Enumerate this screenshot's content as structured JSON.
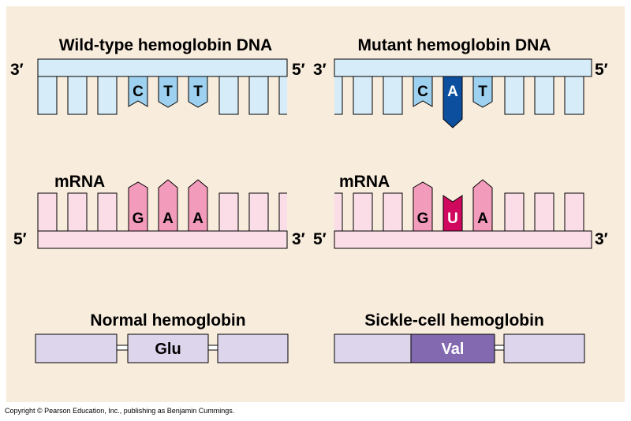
{
  "panels": {
    "wild_dna_title": "Wild-type hemoglobin DNA",
    "mutant_dna_title": "Mutant hemoglobin DNA",
    "mrna_label": "mRNA",
    "normal_protein_title": "Normal hemoglobin",
    "sickle_protein_title": "Sickle-cell hemoglobin"
  },
  "ends": {
    "three": "3′",
    "five": "5′"
  },
  "bases": {
    "wild_dna": [
      "C",
      "T",
      "T"
    ],
    "mutant_dna": [
      "C",
      "A",
      "T"
    ],
    "wild_mrna": [
      "G",
      "A",
      "A"
    ],
    "mutant_mrna": [
      "G",
      "U",
      "A"
    ]
  },
  "amino_acids": {
    "normal": "Glu",
    "sickle": "Val"
  },
  "colors": {
    "background": "#f8ecdc",
    "dna_light": "#d6edf9",
    "dna_accent": "#9ed1ef",
    "dna_mutant": "#0b4f9e",
    "mrna_light": "#fadde7",
    "mrna_accent": "#f29bbb",
    "mrna_mutant": "#d0085e",
    "protein_light": "#ddd5eb",
    "protein_mutant": "#836ab0"
  },
  "copyright": "Copyright © Pearson Education, Inc., publishing as Benjamin Cummings."
}
